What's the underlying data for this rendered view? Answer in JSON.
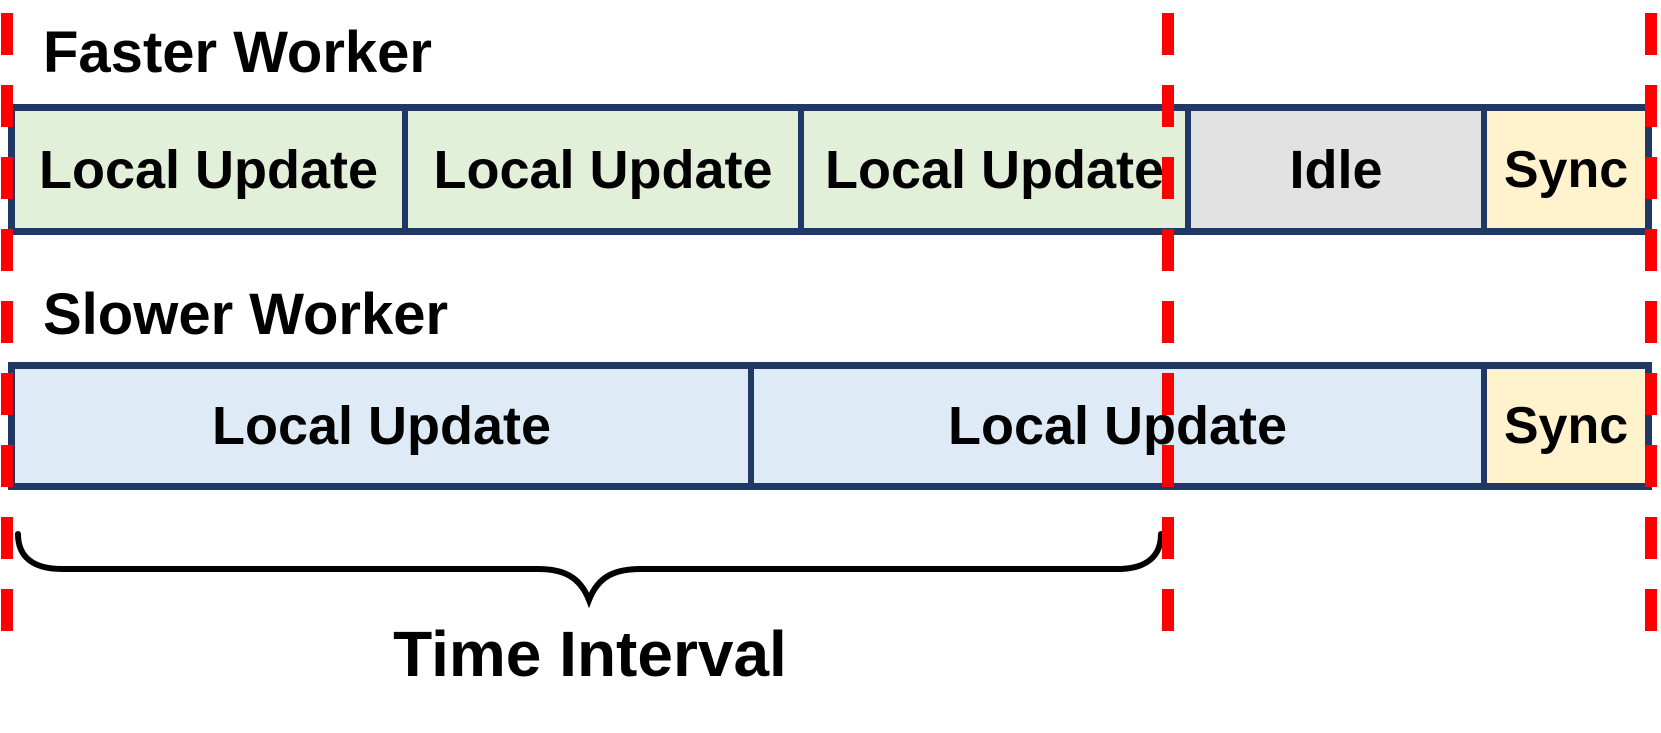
{
  "rows": [
    {
      "title": "Faster Worker",
      "segments": [
        {
          "label": "Local Update",
          "type": "local-update"
        },
        {
          "label": "Local Update",
          "type": "local-update"
        },
        {
          "label": "Local Update",
          "type": "local-update"
        },
        {
          "label": "Idle",
          "type": "idle"
        },
        {
          "label": "Sync",
          "type": "sync"
        }
      ]
    },
    {
      "title": "Slower Worker",
      "segments": [
        {
          "label": "Local Update",
          "type": "local-update"
        },
        {
          "label": "Local Update",
          "type": "local-update"
        },
        {
          "label": "Sync",
          "type": "sync"
        }
      ]
    }
  ],
  "brace": {
    "label": "Time Interval"
  },
  "colors": {
    "fast_local_update_fill": "#E2EFD9",
    "slow_local_update_fill": "#DEEAF6",
    "idle_fill": "#E2E2E2",
    "sync_fill": "#FFF2CC",
    "bar_border": "#1F3864",
    "sync_boundary_line": "#FF0000",
    "brace_stroke": "#000000",
    "text": "#000000"
  }
}
